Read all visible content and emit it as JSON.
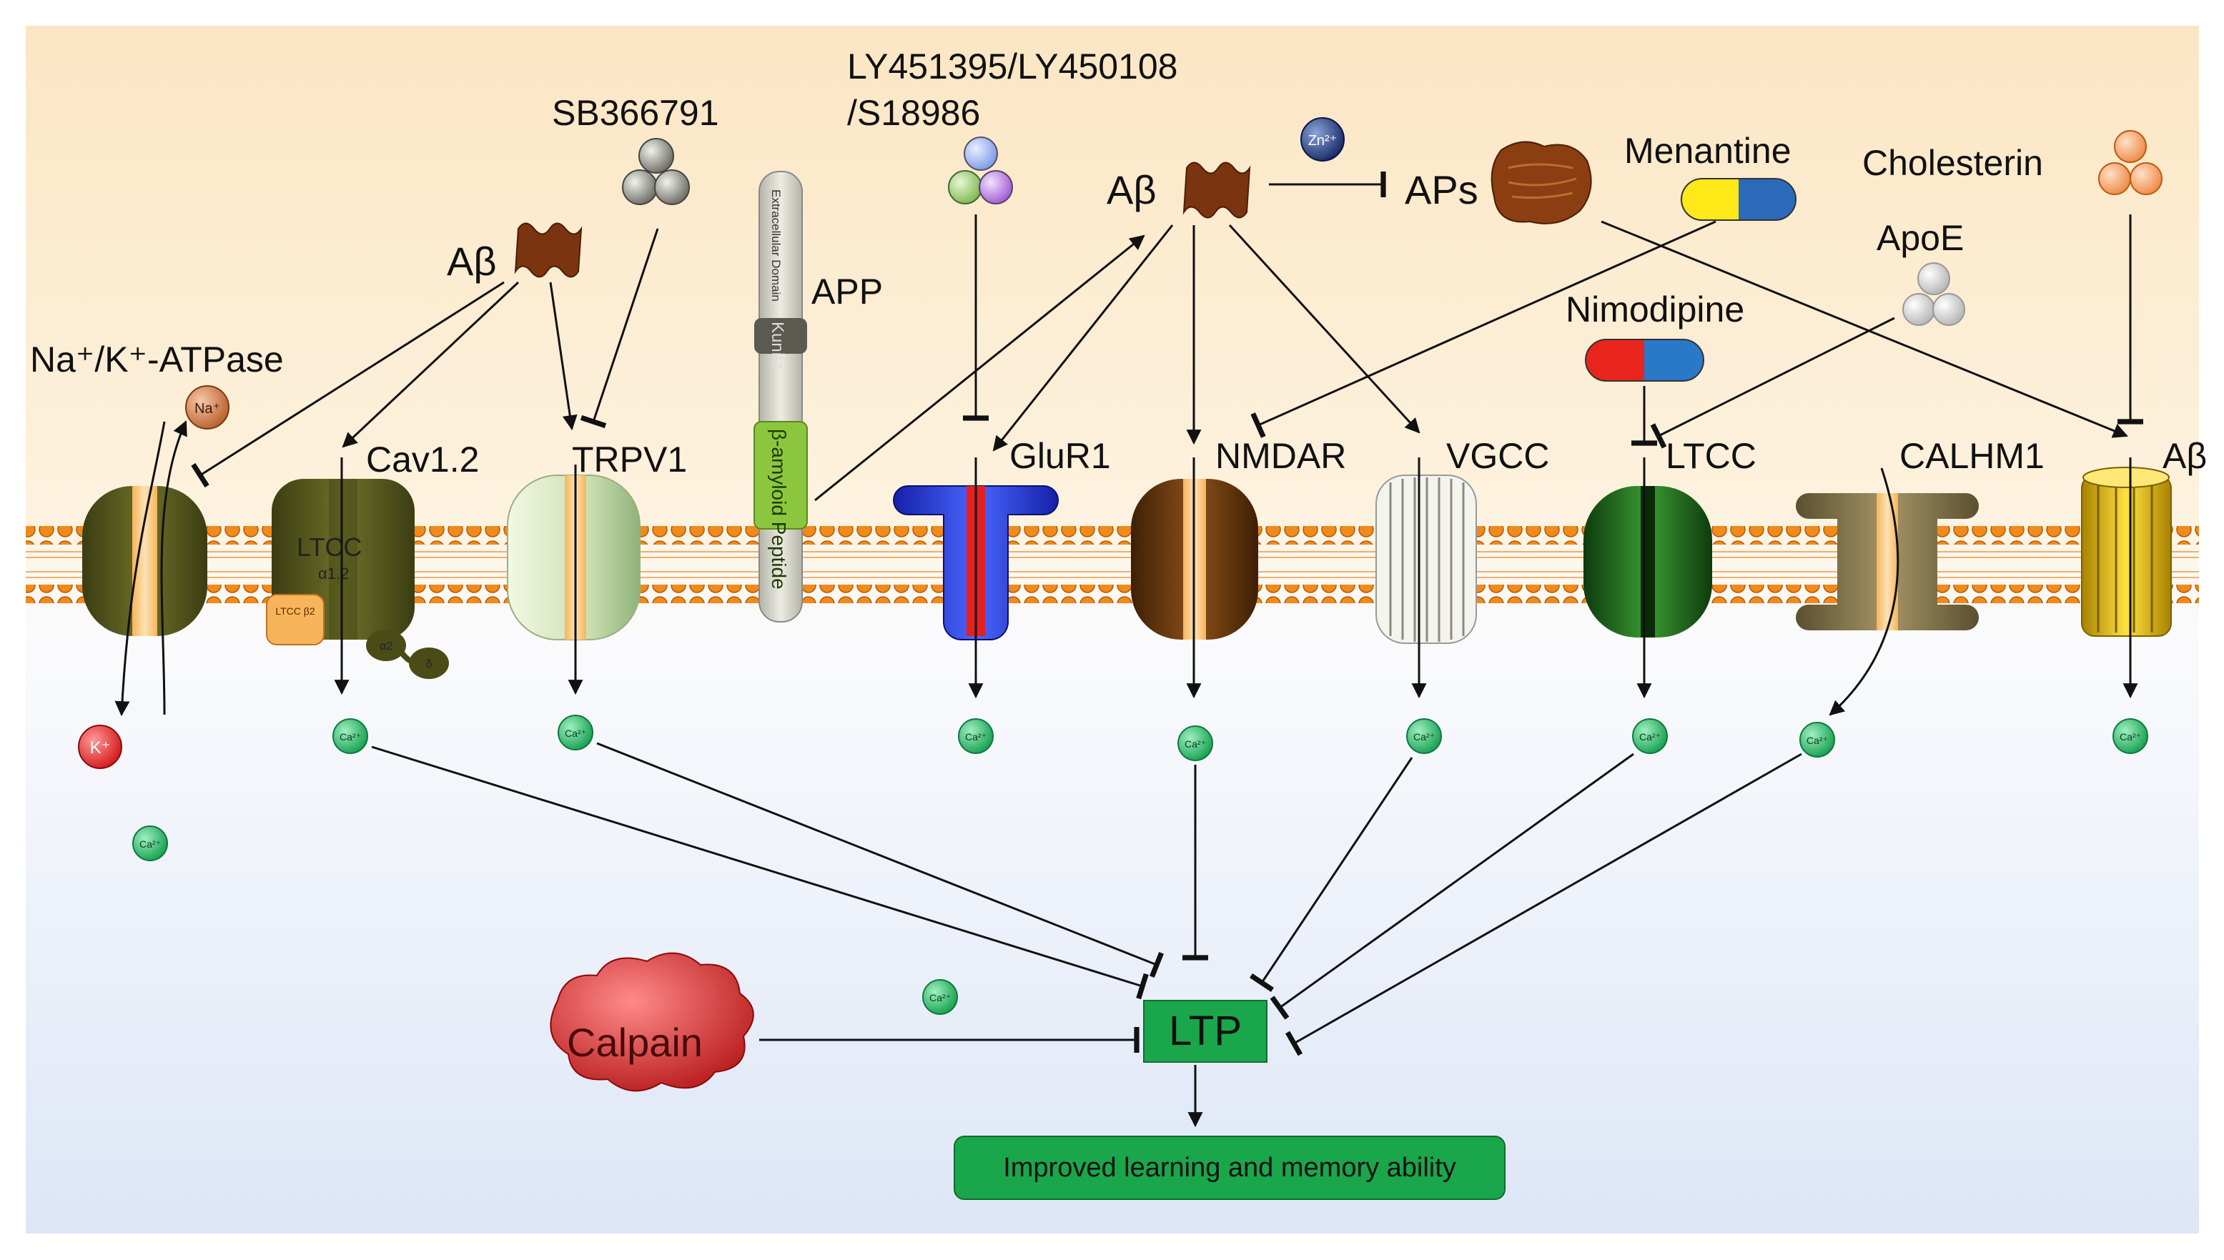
{
  "labels": {
    "na_k_atpase": "Na⁺/K⁺-ATPase",
    "sb366791": "SB366791",
    "ab_left": "Aβ",
    "ly_line1": "LY451395/LY450108",
    "ly_line2": "/S18986",
    "app": "APP",
    "ab_center": "Aβ",
    "aps": "APs",
    "menantine": "Menantine",
    "cholesterin": "Cholesterin",
    "apoe": "ApoE",
    "nimodipine": "Nimodipine",
    "cav12": "Cav1.2",
    "trpv1": "TRPV1",
    "glur1": "GluR1",
    "nmdar": "NMDAR",
    "vgcc": "VGCC",
    "ltcc": "LTCC",
    "calhm1": "CALHM1",
    "ab_right": "Aβ",
    "calpain": "Calpain",
    "ltp": "LTP",
    "outcome": "Improved learning and memory ability"
  },
  "app_domains": {
    "extracellular": "Extracellular Domain",
    "kunitz": "Kunitz",
    "beta_amyloid": "β-amyloid Peptide"
  },
  "ltcc_parts": {
    "main": "LTCC",
    "alpha": "α1.2",
    "beta": "LTCC β2",
    "d1": "α2",
    "d2": "δ"
  },
  "ions": {
    "na": "Na⁺",
    "k": "K⁺",
    "ca": "Ca²⁺",
    "zn": "Zn²⁺"
  },
  "colors": {
    "extracellular_top": "#fbe6c4",
    "intracellular_bottom": "#dce6f7",
    "ltp_green": "#1aa64b",
    "amyloid_brown": "#7a3410",
    "calpain_red": "#d42a2a"
  }
}
